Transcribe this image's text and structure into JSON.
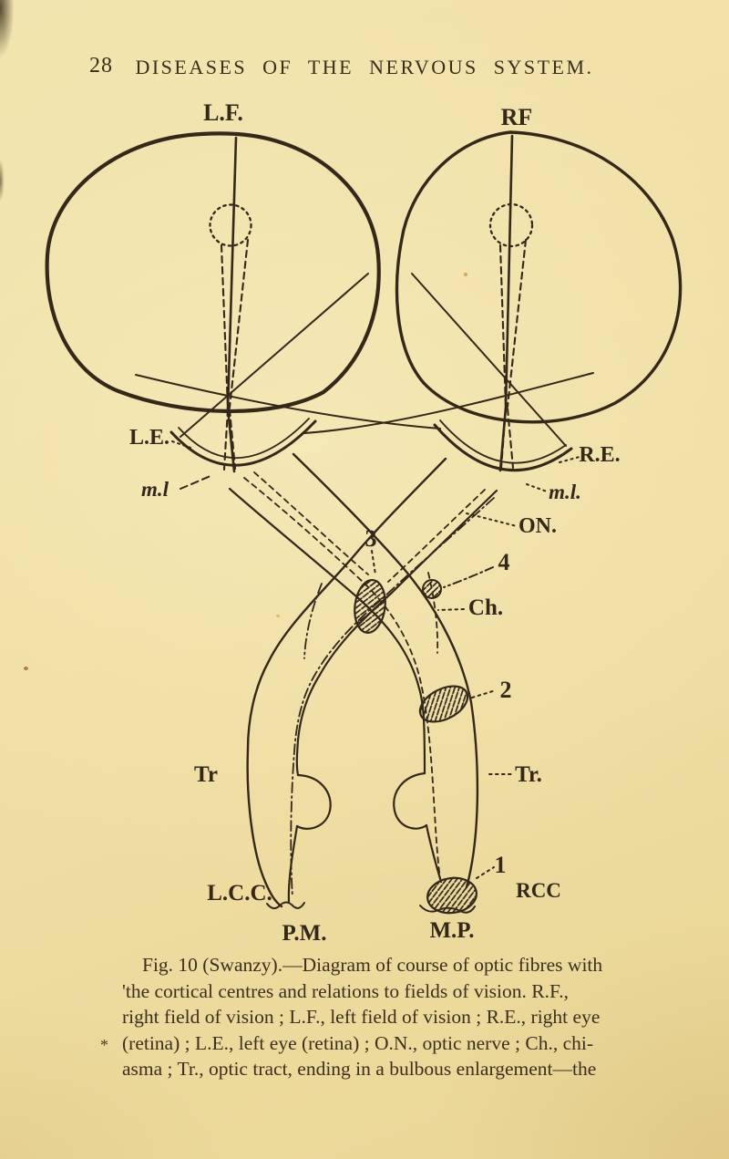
{
  "page": {
    "number": "28",
    "header_title": "DISEASES OF THE NERVOUS SYSTEM."
  },
  "colors": {
    "paper": "#efdfa4",
    "ink": "#33281a"
  },
  "diagram": {
    "title": "Diagram of course of optic fibres (Swanzy, Fig. 10)",
    "labels": {
      "left_field": "L.F.",
      "right_field": "RF",
      "left_eye": "L.E.",
      "right_eye": "R.E.",
      "macular_left": "m.l",
      "macular_right": "m.l.",
      "optic_nerve": "ON.",
      "chiasma": "Ch.",
      "num1": "1",
      "num2": "2",
      "num3": "3",
      "num4": "4",
      "tract_left": "Tr",
      "tract_right": "Tr.",
      "left_cortical_centre": "L.C.C.",
      "right_cortical_centre": "RCC",
      "left_pulvinar": "P.M.",
      "right_pulvinar": "M.P."
    }
  },
  "caption": {
    "lines": [
      "Fig. 10 (Swanzy).—Diagram of course of optic fibres with",
      "'the cortical centres and relations to fields of vision.  R.F.,",
      "right field of vision ; L.F., left field of vision ; R.E., right eye",
      "(retina) ; L.E., left eye (retina) ; O.N., optic nerve ; Ch., chi-",
      "asma ; Tr., optic tract, ending in a bulbous enlargement—the"
    ]
  },
  "margin": {
    "asterisk": "*"
  }
}
